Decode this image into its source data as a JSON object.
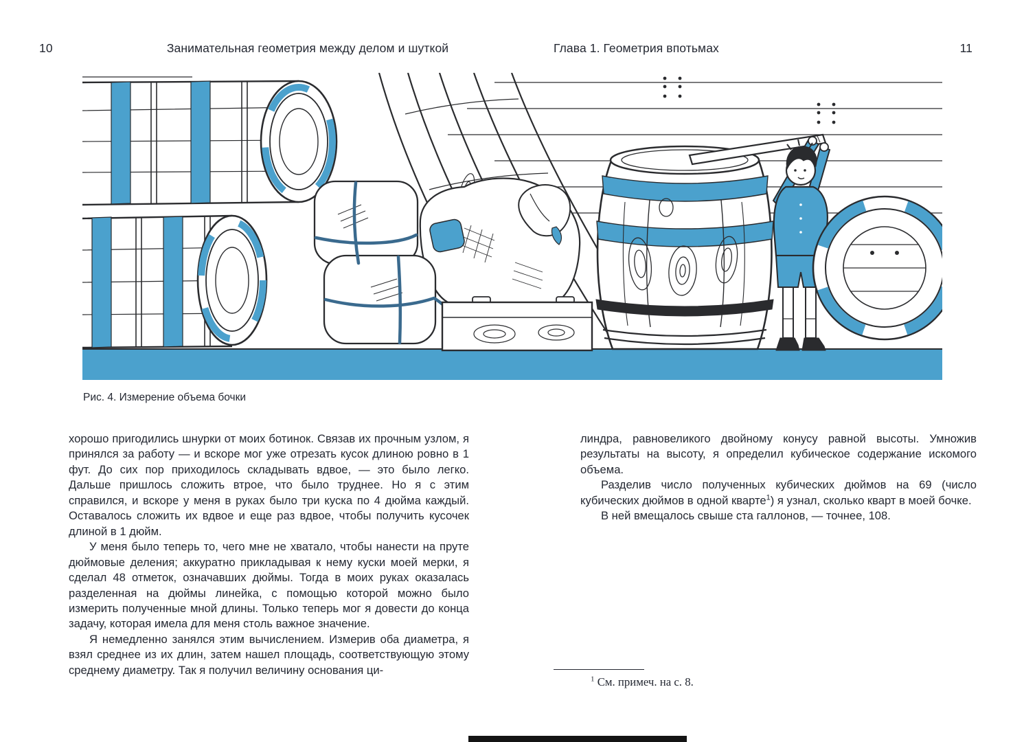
{
  "page": {
    "left_number": "10",
    "left_running_head": "Занимательная геометрия между делом и шуткой",
    "right_running_head": "Глава 1. Геометрия впотьмах",
    "right_number": "11"
  },
  "figure": {
    "caption": "Рис. 4. Измерение объема бочки",
    "accent_color": "#4BA1CD",
    "ink_color": "#2A2B2E",
    "depicts": "boy measuring a large barrel among stacked barrels, bales, a patched sack and a wooden crate"
  },
  "left_column": {
    "p1": "хорошо пригодились шнурки от моих ботинок. Связав их прочным узлом, я принялся за работу — и вскоре мог уже отрезать кусок длиною ровно в 1 фут. До сих пор приходилось складывать вдвое, — это было легко. Дальше пришлось сложить втрое, что было труднее. Но я с этим справился, и вскоре у меня в руках было три куска по 4 дюйма каждый. Оставалось сложить их вдвое и еще раз вдвое, чтобы получить кусочек длиной в 1 дюйм.",
    "p2": "У меня было теперь то, чего мне не хватало, чтобы нанести на пруте дюймовые деления; аккуратно прикладывая к нему куски моей мерки, я сделал 48 отметок, означавших дюймы. Тогда в моих руках оказалась разделенная на дюймы линейка, с помощью которой можно было измерить полученные мной длины. Только теперь мог я довести до конца задачу, которая имела для меня столь важное значение.",
    "p3": "Я немедленно занялся этим вычислением. Измерив оба диаметра, я взял среднее из их длин, затем нашел площадь, соответствующую этому среднему диаметру. Так я получил величину основания ци-"
  },
  "right_column": {
    "p1": "линдра, равновеликого двойному конусу равной высоты. Умножив результаты на высоту, я определил кубическое содержание искомого объема.",
    "p2_before_sup": "Разделив число полученных кубических дюймов на 69 (число кубических дюймов в одной кварте",
    "p2_sup": "1",
    "p2_after_sup": ") я узнал, сколько кварт в моей бочке.",
    "p3": "В ней вмещалось свыше ста галлонов, — точнее, 108."
  },
  "footnote": {
    "marker": "1",
    "text": "См. примеч. на с. 8."
  }
}
